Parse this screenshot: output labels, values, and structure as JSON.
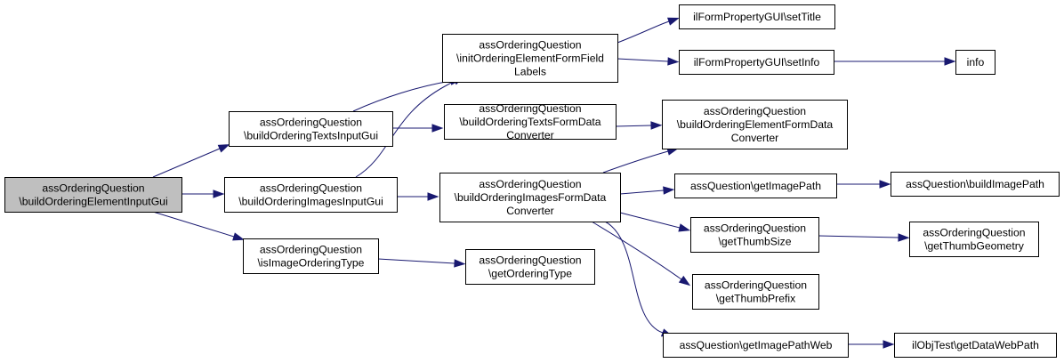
{
  "colors": {
    "edge": "#191970",
    "root_fill": "#bfbfbf",
    "node_fill": "#ffffff"
  },
  "nodes": {
    "root": {
      "lines": [
        "assOrderingQuestion",
        "\\buildOrderingElementInputGui"
      ]
    },
    "buildTexts": {
      "lines": [
        "assOrderingQuestion",
        "\\buildOrderingTextsInputGui"
      ]
    },
    "buildImages": {
      "lines": [
        "assOrderingQuestion",
        "\\buildOrderingImagesInputGui"
      ]
    },
    "isImage": {
      "lines": [
        "assOrderingQuestion",
        "\\isImageOrderingType"
      ]
    },
    "initLabels": {
      "lines": [
        "assOrderingQuestion",
        "\\initOrderingElementFormField",
        "Labels"
      ]
    },
    "textsConv": {
      "lines": [
        "assOrderingQuestion",
        "\\buildOrderingTextsFormData",
        "Converter"
      ]
    },
    "imagesConv": {
      "lines": [
        "assOrderingQuestion",
        "\\buildOrderingImagesFormData",
        "Converter"
      ]
    },
    "getOrderingType": {
      "lines": [
        "assOrderingQuestion",
        "\\getOrderingType"
      ]
    },
    "setTitle": {
      "lines": [
        "ilFormPropertyGUI\\setTitle"
      ]
    },
    "setInfo": {
      "lines": [
        "ilFormPropertyGUI\\setInfo"
      ]
    },
    "elementConv": {
      "lines": [
        "assOrderingQuestion",
        "\\buildOrderingElementFormData",
        "Converter"
      ]
    },
    "getImagePath": {
      "lines": [
        "assQuestion\\getImagePath"
      ]
    },
    "getThumbSize": {
      "lines": [
        "assOrderingQuestion",
        "\\getThumbSize"
      ]
    },
    "getThumbPrefix": {
      "lines": [
        "assOrderingQuestion",
        "\\getThumbPrefix"
      ]
    },
    "getImagePathWeb": {
      "lines": [
        "assQuestion\\getImagePathWeb"
      ]
    },
    "info": {
      "lines": [
        "info"
      ]
    },
    "buildImagePath": {
      "lines": [
        "assQuestion\\buildImagePath"
      ]
    },
    "getThumbGeometry": {
      "lines": [
        "assOrderingQuestion",
        "\\getThumbGeometry"
      ]
    },
    "getDataWebPath": {
      "lines": [
        "ilObjTest\\getDataWebPath"
      ]
    }
  },
  "edges": [
    {
      "from": "root",
      "to": "buildTexts"
    },
    {
      "from": "root",
      "to": "buildImages"
    },
    {
      "from": "root",
      "to": "isImage"
    },
    {
      "from": "buildTexts",
      "to": "initLabels"
    },
    {
      "from": "buildTexts",
      "to": "textsConv"
    },
    {
      "from": "buildImages",
      "to": "initLabels"
    },
    {
      "from": "buildImages",
      "to": "imagesConv"
    },
    {
      "from": "isImage",
      "to": "getOrderingType"
    },
    {
      "from": "initLabels",
      "to": "setTitle"
    },
    {
      "from": "initLabels",
      "to": "setInfo"
    },
    {
      "from": "setInfo",
      "to": "info"
    },
    {
      "from": "textsConv",
      "to": "elementConv"
    },
    {
      "from": "imagesConv",
      "to": "elementConv"
    },
    {
      "from": "imagesConv",
      "to": "getImagePath"
    },
    {
      "from": "imagesConv",
      "to": "getThumbSize"
    },
    {
      "from": "imagesConv",
      "to": "getThumbPrefix"
    },
    {
      "from": "imagesConv",
      "to": "getImagePathWeb"
    },
    {
      "from": "getImagePath",
      "to": "buildImagePath"
    },
    {
      "from": "getThumbSize",
      "to": "getThumbGeometry"
    },
    {
      "from": "getImagePathWeb",
      "to": "getDataWebPath"
    }
  ]
}
